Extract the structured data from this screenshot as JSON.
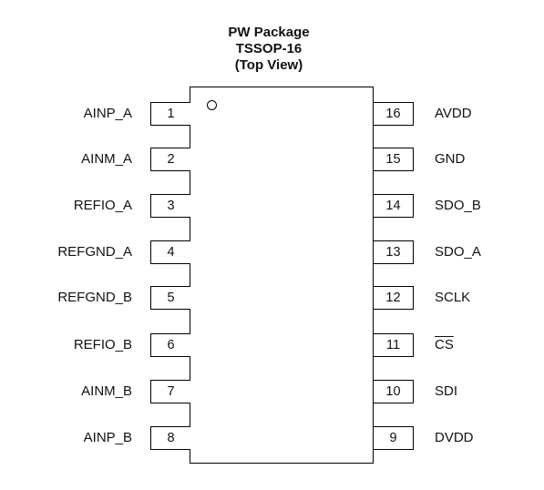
{
  "title": {
    "line1": "PW Package",
    "line2": "TSSOP-16",
    "line3": "(Top View)"
  },
  "pins_left": [
    {
      "number": "1",
      "name": "AINP_A"
    },
    {
      "number": "2",
      "name": "AINM_A"
    },
    {
      "number": "3",
      "name": "REFIO_A"
    },
    {
      "number": "4",
      "name": "REFGND_A"
    },
    {
      "number": "5",
      "name": "REFGND_B"
    },
    {
      "number": "6",
      "name": "REFIO_B"
    },
    {
      "number": "7",
      "name": "AINM_B"
    },
    {
      "number": "8",
      "name": "AINP_B"
    }
  ],
  "pins_right": [
    {
      "number": "16",
      "name": "AVDD"
    },
    {
      "number": "15",
      "name": "GND"
    },
    {
      "number": "14",
      "name": "SDO_B"
    },
    {
      "number": "13",
      "name": "SDO_A"
    },
    {
      "number": "12",
      "name": "SCLK"
    },
    {
      "number": "11",
      "name": "CS",
      "active_low": true
    },
    {
      "number": "10",
      "name": "SDI"
    },
    {
      "number": "9",
      "name": "DVDD"
    }
  ]
}
